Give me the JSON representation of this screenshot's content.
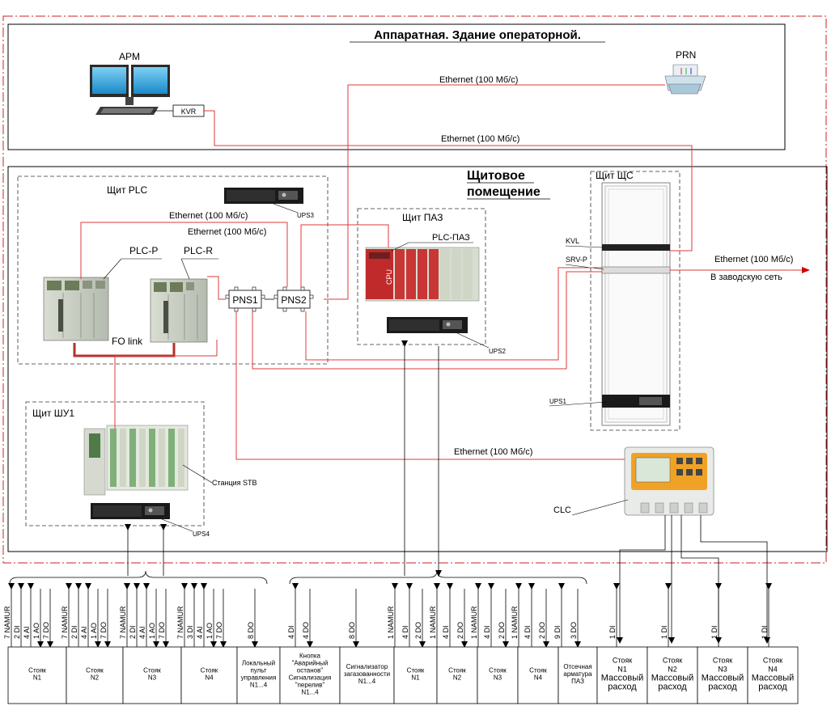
{
  "zones": {
    "operator_room": "Аппаратная. Здание операторной.",
    "panel_room": [
      "Щитовое",
      "помещение"
    ]
  },
  "panels": {
    "plc": "Щит PLC",
    "paz": "Щит ПАЗ",
    "shs": "Щит ЩС",
    "shu1": "Щит ШУ1"
  },
  "devices": {
    "arm": "APM",
    "kvr": "KVR",
    "prn": "PRN",
    "ups3": "UPS3",
    "ups2": "UPS2",
    "ups1": "UPS1",
    "ups4": "UPS4",
    "plc_p": "PLC-P",
    "plc_r": "PLC-R",
    "pns1": "PNS1",
    "pns2": "PNS2",
    "plc_paz": "PLC-ПАЗ",
    "cpu": "CPU",
    "kvl": "KVL",
    "srv_p": "SRV-P",
    "stb": "Станция STB",
    "clc": "CLC",
    "fo_link": "FO link"
  },
  "links": {
    "eth_prn": "Ethernet (100 Мб/с)",
    "eth_kvr": "Ethernet (100 Мб/с)",
    "eth_plc1": "Ethernet (100 Мб/с)",
    "eth_plc2": "Ethernet (100 Мб/с)",
    "eth_out": "Ethernet (100 Мб/с)",
    "eth_clc": "Ethernet (100 Мб/с)",
    "plant_net": "В заводскую сеть"
  },
  "io": [
    {
      "label": "7 NAMUR",
      "dir": "up"
    },
    {
      "label": "2 DI",
      "dir": "up"
    },
    {
      "label": "4 AI",
      "dir": "up"
    },
    {
      "label": "1 AO",
      "dir": "down"
    },
    {
      "label": "7 DO",
      "dir": "down"
    },
    {
      "label": "7 NAMUR",
      "dir": "up"
    },
    {
      "label": "2 DI",
      "dir": "up"
    },
    {
      "label": "4 AI",
      "dir": "up"
    },
    {
      "label": "1 AO",
      "dir": "down"
    },
    {
      "label": "7 DO",
      "dir": "down"
    },
    {
      "label": "7 NAMUR",
      "dir": "up"
    },
    {
      "label": "2 DI",
      "dir": "up"
    },
    {
      "label": "4 AI",
      "dir": "up"
    },
    {
      "label": "1 AO",
      "dir": "down"
    },
    {
      "label": "7 DO",
      "dir": "down"
    },
    {
      "label": "7 NAMUR",
      "dir": "up"
    },
    {
      "label": "3 DI",
      "dir": "up"
    },
    {
      "label": "4 AI",
      "dir": "up"
    },
    {
      "label": "1 AO",
      "dir": "down"
    },
    {
      "label": "7 DO",
      "dir": "down"
    },
    {
      "label": "8 DO",
      "dir": "down"
    },
    {
      "label": "4 DI",
      "dir": "up"
    },
    {
      "label": "4 DO",
      "dir": "down"
    },
    {
      "label": "8 DO",
      "dir": "down"
    },
    {
      "label": "1 NAMUR",
      "dir": "up"
    },
    {
      "label": "4 DI",
      "dir": "up"
    },
    {
      "label": "2 DO",
      "dir": "down"
    },
    {
      "label": "1 NAMUR",
      "dir": "up"
    },
    {
      "label": "4 DI",
      "dir": "up"
    },
    {
      "label": "2 DO",
      "dir": "down"
    },
    {
      "label": "1 NAMUR",
      "dir": "up"
    },
    {
      "label": "4 DI",
      "dir": "up"
    },
    {
      "label": "2 DO",
      "dir": "down"
    },
    {
      "label": "1 NAMUR",
      "dir": "up"
    },
    {
      "label": "4 DI",
      "dir": "up"
    },
    {
      "label": "2 DO",
      "dir": "down"
    },
    {
      "label": "9 DI",
      "dir": "up"
    },
    {
      "label": "3 DO",
      "dir": "down"
    },
    {
      "label": "1 DI",
      "dir": "up"
    },
    {
      "label": "1 DI",
      "dir": "up"
    },
    {
      "label": "1 DI",
      "dir": "up"
    },
    {
      "label": "1 DI",
      "dir": "up"
    }
  ],
  "field": [
    {
      "lines": [
        "Стояк",
        "N1"
      ]
    },
    {
      "lines": [
        "Стояк",
        "N2"
      ]
    },
    {
      "lines": [
        "Стояк",
        "N3"
      ]
    },
    {
      "lines": [
        "Стояк",
        "N4"
      ]
    },
    {
      "lines": [
        "Локальный",
        "пульт",
        "управления",
        "N1...4"
      ]
    },
    {
      "lines": [
        "Кнопка",
        "\"Аварийный",
        "останов\"",
        "Сигнализация",
        "\"перелив\"",
        "N1...4"
      ]
    },
    {
      "lines": [
        "Сигнализатор",
        "загазованности",
        "N1...4"
      ]
    },
    {
      "lines": [
        "Стояк",
        "N1"
      ]
    },
    {
      "lines": [
        "Стояк",
        "N2"
      ]
    },
    {
      "lines": [
        "Стояк",
        "N3"
      ]
    },
    {
      "lines": [
        "Стояк",
        "N4"
      ]
    },
    {
      "lines": [
        "Отсечная",
        "арматура",
        "ПАЗ"
      ]
    },
    {
      "lines": [
        "Стояк",
        "N1",
        "Массовый",
        "расход"
      ]
    },
    {
      "lines": [
        "Стояк",
        "N2",
        "Массовый",
        "расход"
      ]
    },
    {
      "lines": [
        "Стояк",
        "N3",
        "Массовый",
        "расход"
      ]
    },
    {
      "lines": [
        "Стояк",
        "N4",
        "Массовый",
        "расход"
      ]
    }
  ]
}
